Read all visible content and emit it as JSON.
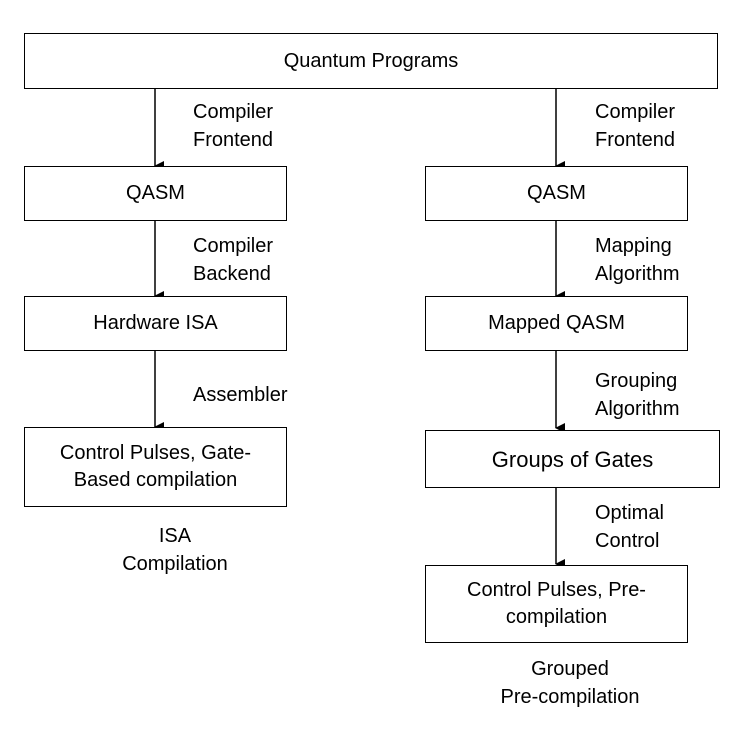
{
  "top_box": {
    "text": "Quantum Programs"
  },
  "left": {
    "boxes": [
      {
        "lines": [
          "QASM"
        ]
      },
      {
        "lines": [
          "Hardware ISA"
        ]
      },
      {
        "lines": [
          "Control Pulses, Gate-",
          "Based compilation"
        ]
      }
    ],
    "edge_labels": [
      {
        "lines": [
          "Compiler",
          "Frontend"
        ]
      },
      {
        "lines": [
          "Compiler",
          "Backend"
        ]
      },
      {
        "lines": [
          "Assembler"
        ]
      }
    ],
    "caption": {
      "lines": [
        "ISA",
        "Compilation"
      ]
    }
  },
  "right": {
    "boxes": [
      {
        "lines": [
          "QASM"
        ]
      },
      {
        "lines": [
          "Mapped QASM"
        ]
      },
      {
        "lines": [
          "Groups of Gates"
        ]
      },
      {
        "lines": [
          "Control Pulses, Pre-",
          "compilation"
        ]
      }
    ],
    "edge_labels": [
      {
        "lines": [
          "Compiler",
          "Frontend"
        ]
      },
      {
        "lines": [
          "Mapping",
          "Algorithm"
        ]
      },
      {
        "lines": [
          "Grouping",
          "Algorithm"
        ]
      },
      {
        "lines": [
          "Optimal",
          "Control"
        ]
      }
    ],
    "caption": {
      "lines": [
        "Grouped",
        "Pre-compilation"
      ]
    }
  }
}
